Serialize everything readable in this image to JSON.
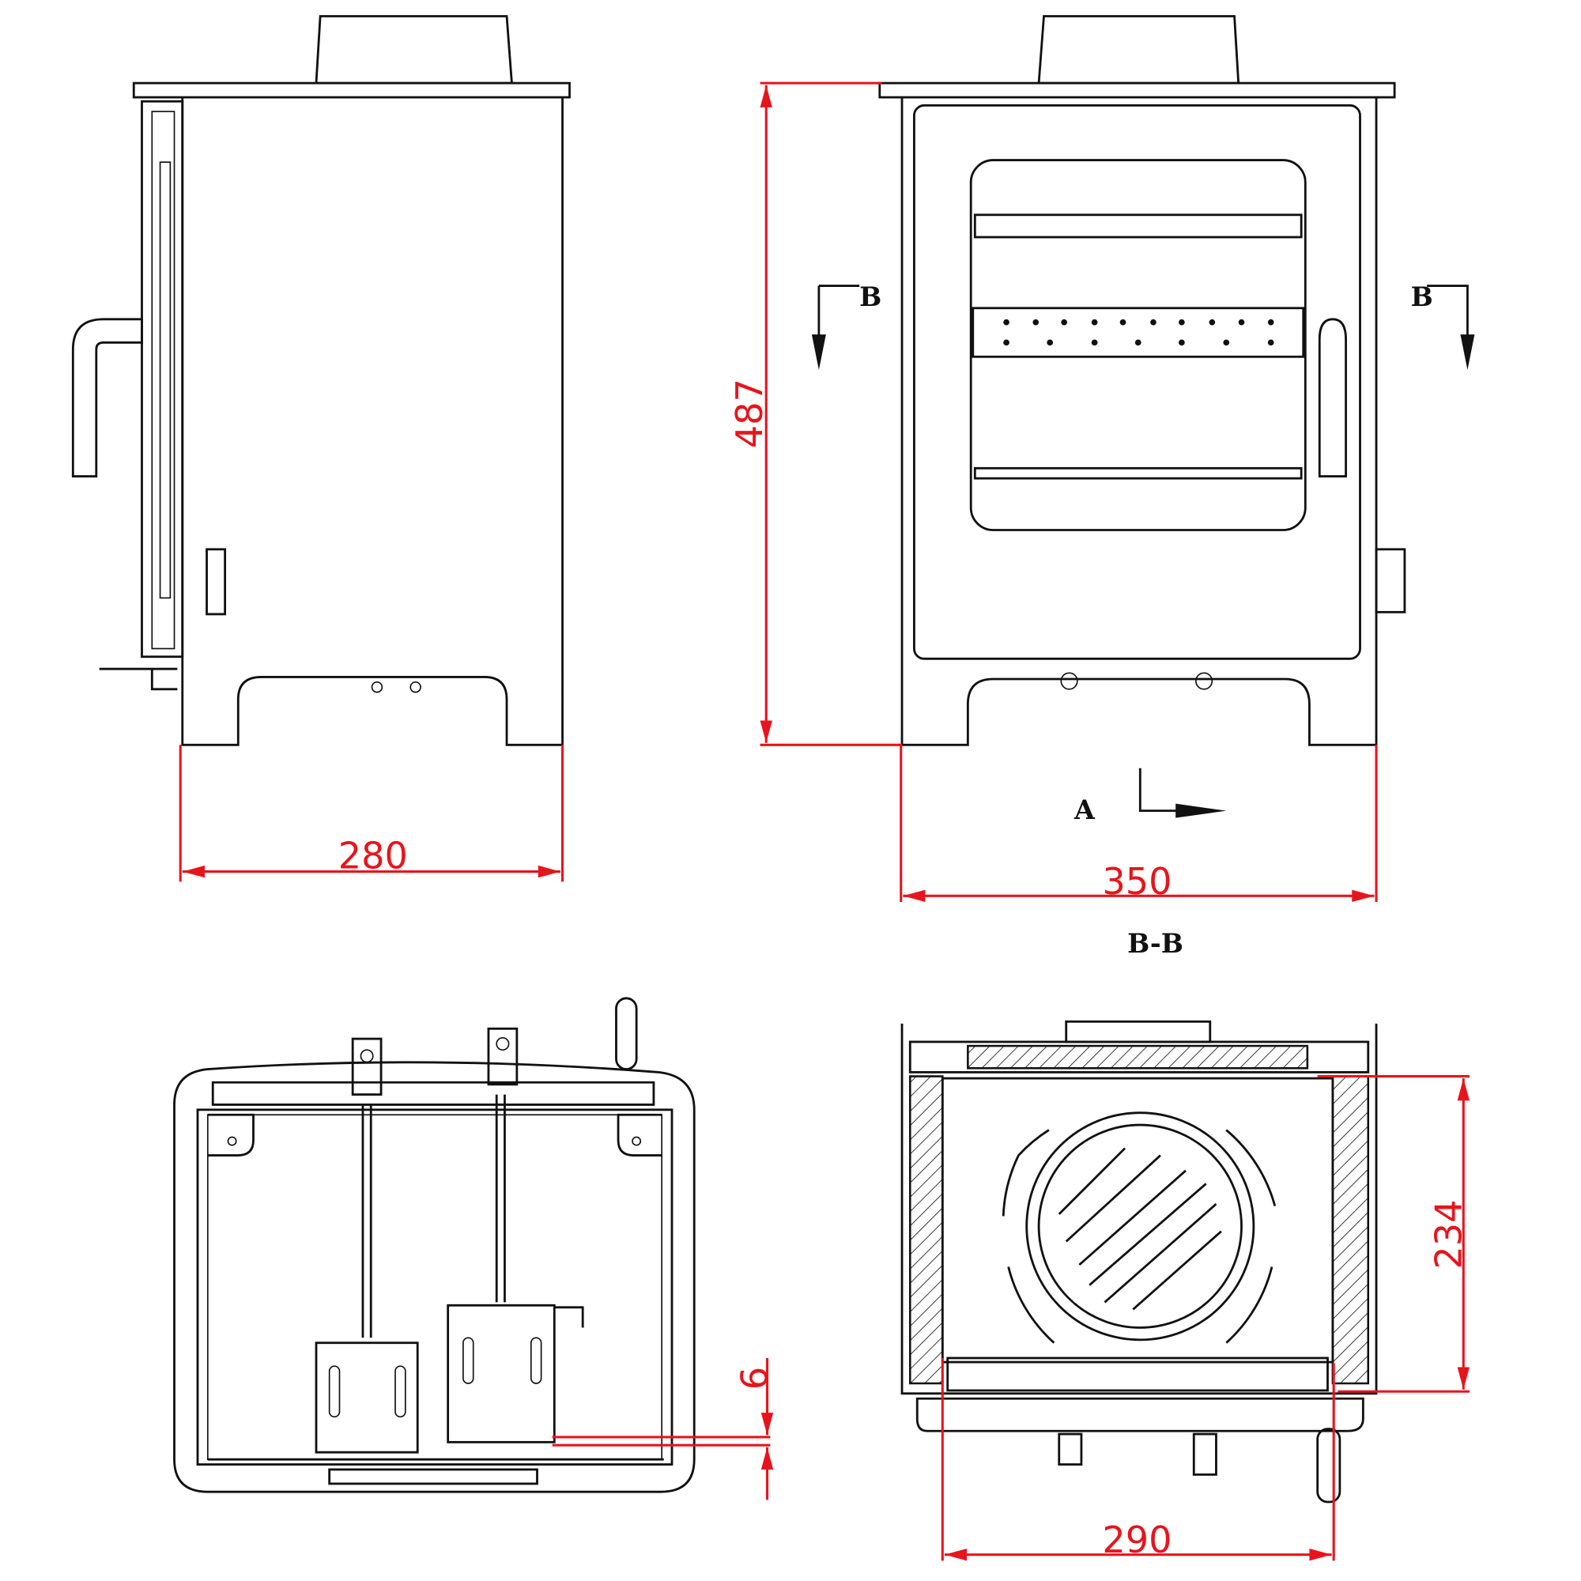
{
  "dimensions": {
    "side_depth": "280",
    "front_height": "487",
    "front_width": "350",
    "section_depth": "234",
    "section_width": "290",
    "plan_offset": "6"
  },
  "labels": {
    "section_mark_left": "B",
    "section_mark_right": "B",
    "view_mark": "A",
    "section_title": "B-B"
  },
  "colors": {
    "dimension": "#e8141c",
    "line": "#111111"
  }
}
